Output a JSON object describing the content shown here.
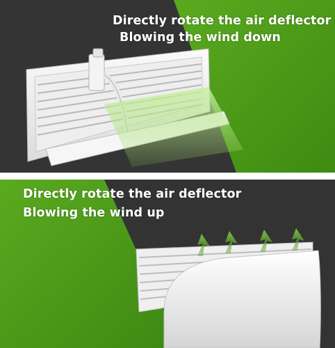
{
  "top_panel": {
    "line1": "Directly rotate the air deflector",
    "line2": "Blowing the wind down"
  },
  "bottom_panel": {
    "line1": "Directly rotate the air deflector",
    "line2": "Blowing the wind up"
  },
  "colors": {
    "dark_background": "#333333",
    "green_accent": "#4e9a1a",
    "arrow_green": "#7fc24a"
  }
}
